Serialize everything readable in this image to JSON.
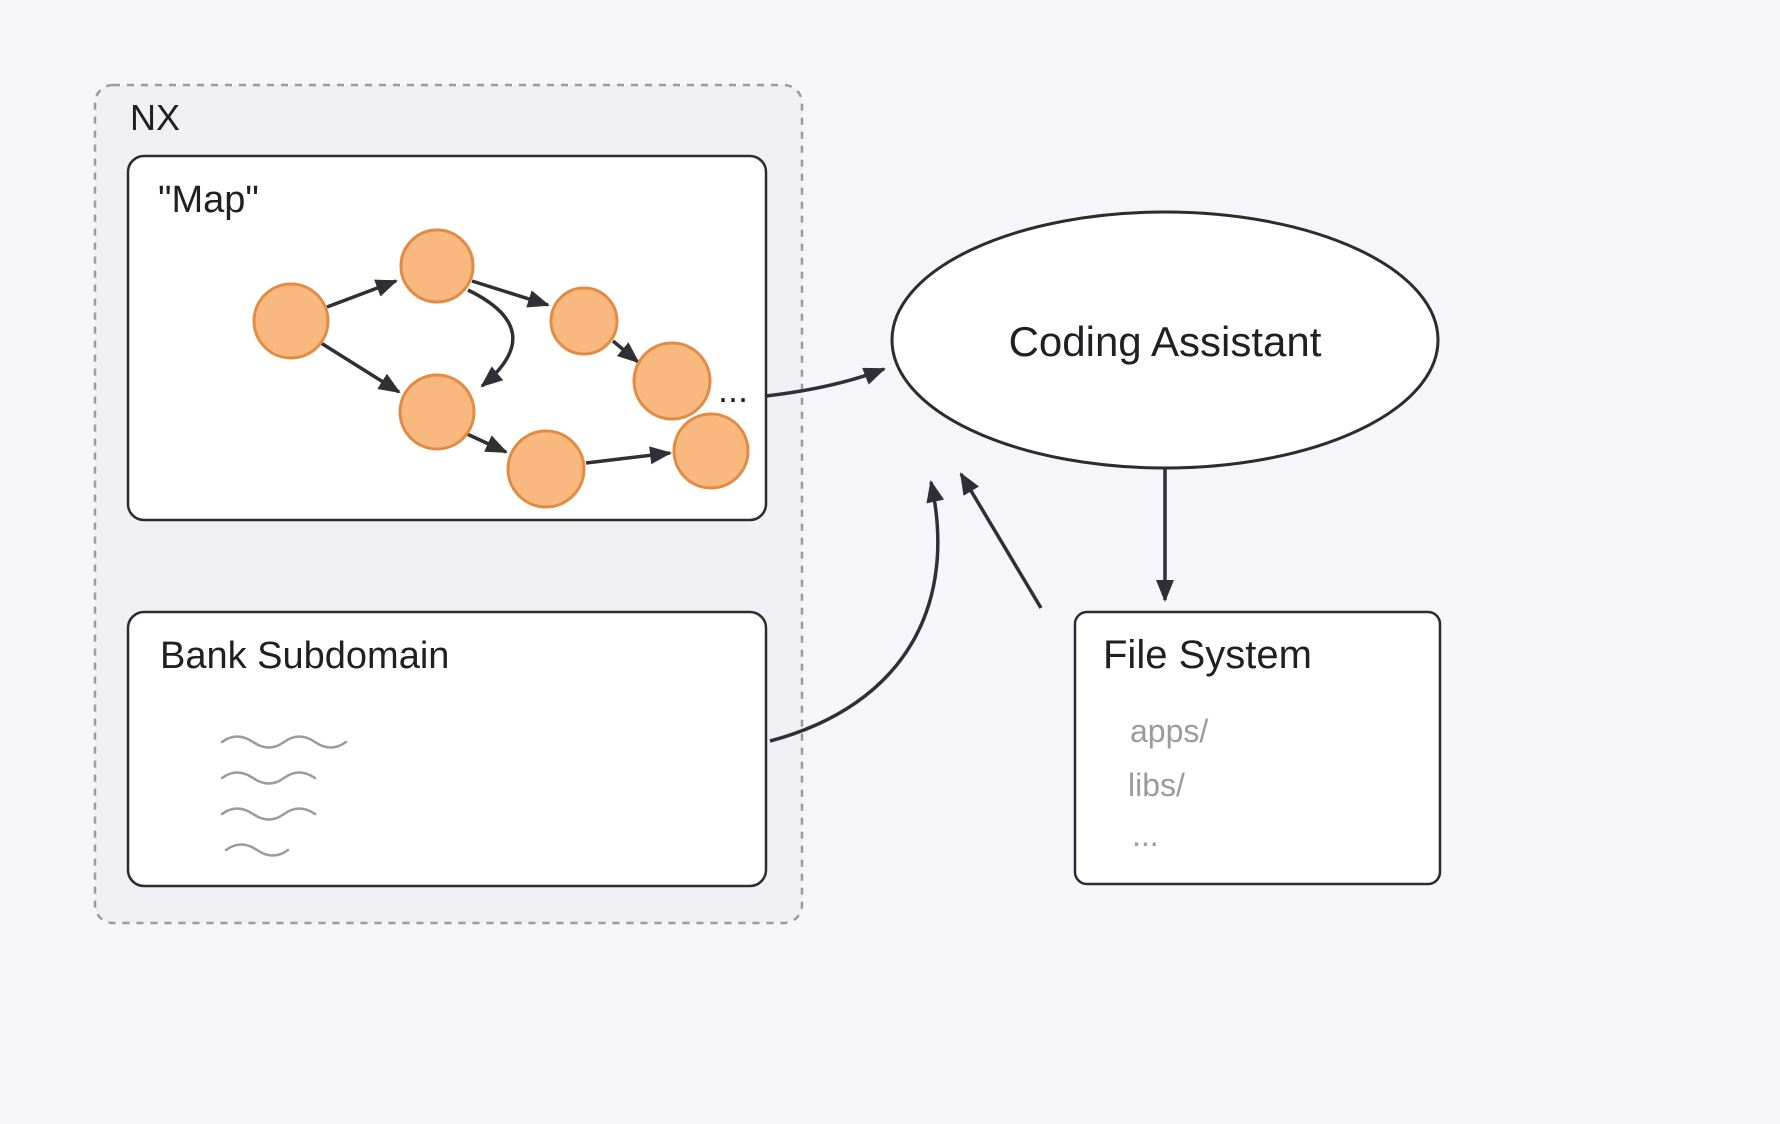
{
  "diagram": {
    "background": "#f6f5f9",
    "nx": {
      "label": "NX"
    },
    "map": {
      "label": "\"Map\"",
      "ellipsis": "..."
    },
    "bank_subdomain": {
      "label": "Bank Subdomain"
    },
    "coding_assistant": {
      "label": "Coding Assistant"
    },
    "file_system": {
      "label": "File System",
      "entries": [
        "apps/",
        "libs/",
        "..."
      ]
    },
    "colors": {
      "node_fill": "#f9b87e",
      "node_stroke": "#e18b44",
      "line": "#2f2f35",
      "muted": "#9a9aa0"
    }
  }
}
